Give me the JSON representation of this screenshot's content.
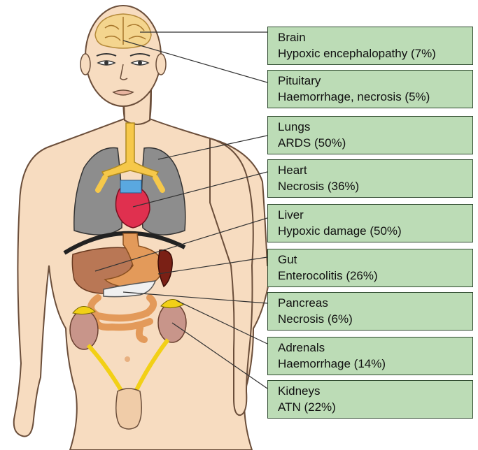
{
  "colors": {
    "skin": "#f7dcc0",
    "skin_outline": "#6b4e3a",
    "label_bg": "#bcdcb6",
    "label_border": "#2f4a2f",
    "lungs": "#8d8d8d",
    "trachea": "#f6c84a",
    "heart": "#e0304f",
    "liver": "#b97755",
    "stomach": "#e39a5a",
    "spleen": "#7a2015",
    "kidney": "#c8958a",
    "adrenal": "#f2d016"
  },
  "labels": [
    {
      "organ": "Brain",
      "finding": "Hypoxic encephalopathy (7%)"
    },
    {
      "organ": "Pituitary",
      "finding": "Haemorrhage, necrosis (5%)"
    },
    {
      "organ": "Lungs",
      "finding": "ARDS (50%)"
    },
    {
      "organ": "Heart",
      "finding": "Necrosis (36%)"
    },
    {
      "organ": "Liver",
      "finding": "Hypoxic damage (50%)"
    },
    {
      "organ": "Gut",
      "finding": "Enterocolitis (26%)"
    },
    {
      "organ": "Pancreas",
      "finding": "Necrosis (6%)"
    },
    {
      "organ": "Adrenals",
      "finding": "Haemorrhage (14%)"
    },
    {
      "organ": "Kidneys",
      "finding": "ATN (22%)"
    }
  ]
}
